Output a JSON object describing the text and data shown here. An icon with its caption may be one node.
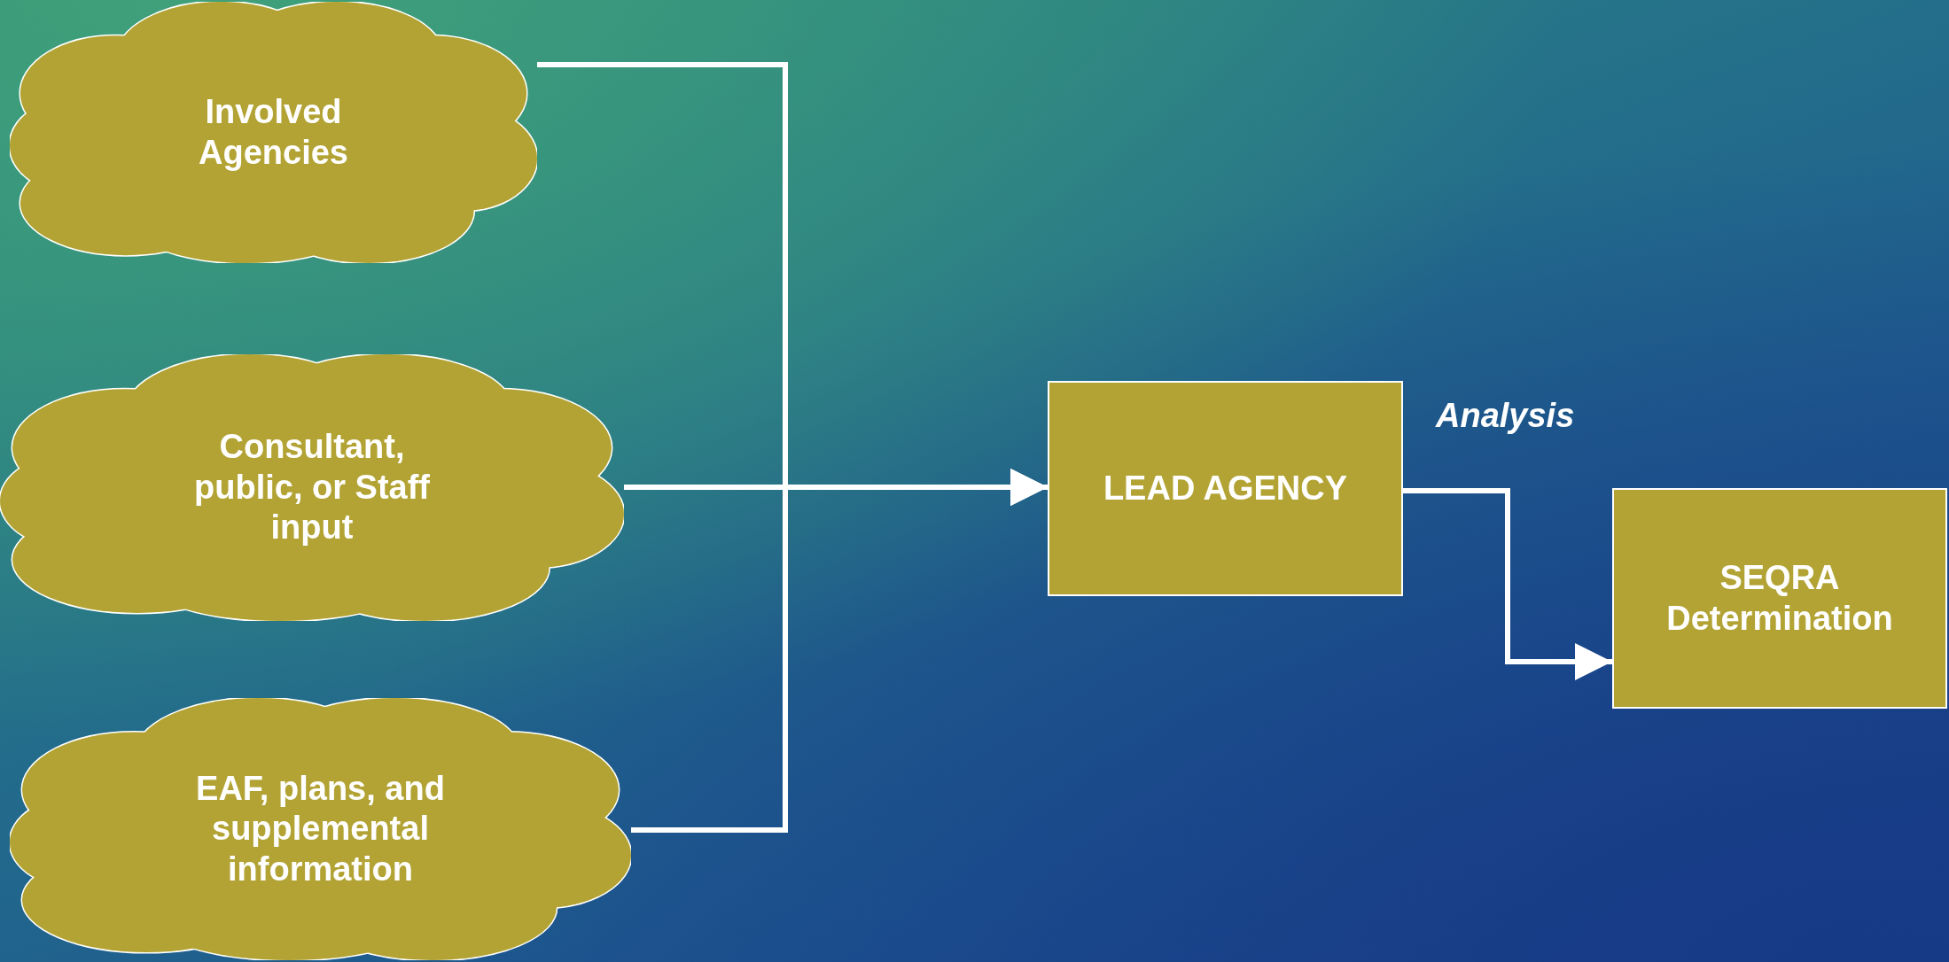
{
  "diagram": {
    "nodes": [
      {
        "text": [
          "Involved Agencies"
        ]
      },
      {
        "text": [
          "Consultant, public, or Staff input"
        ]
      },
      {
        "text": [
          "EAF, plans, and supplemental information"
        ]
      },
      {
        "text": [
          "LEAD AGENCY"
        ]
      },
      {
        "text": [
          "SEQRA Determination"
        ]
      }
    ],
    "edges": [
      {
        "from": 0,
        "to": 3,
        "arrow": "to"
      },
      {
        "from": 1,
        "to": 3,
        "arrow": "to"
      },
      {
        "from": 2,
        "to": 3,
        "arrow": "to"
      },
      {
        "from": 3,
        "to": 4,
        "arrow": "to",
        "label": "Analysis"
      }
    ]
  }
}
